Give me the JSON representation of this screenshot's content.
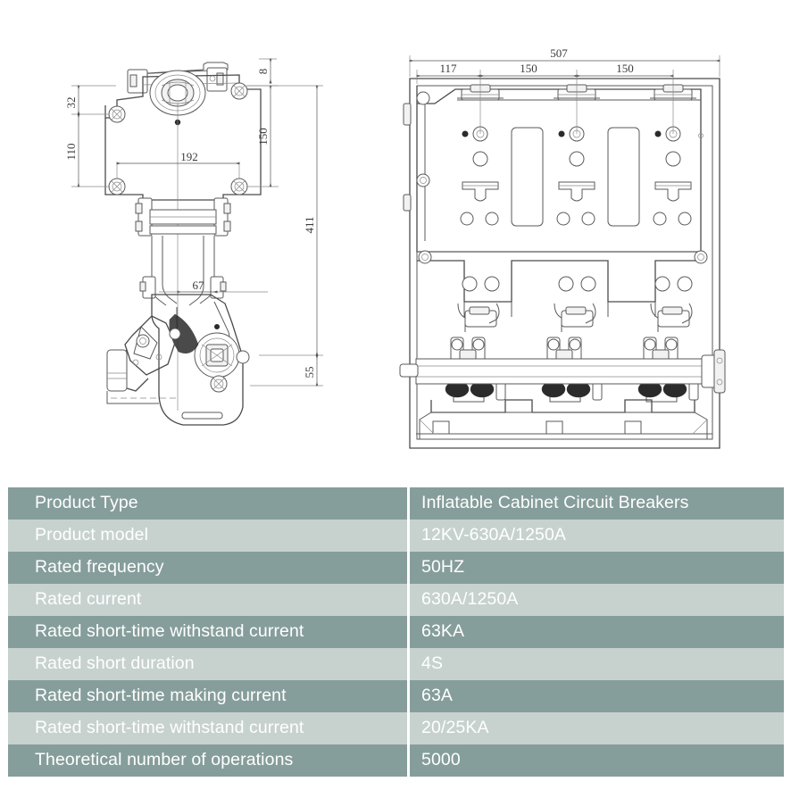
{
  "drawing": {
    "title": "Inflatable cabinet circuit breaker outline dimension drawing",
    "views": [
      {
        "name": "side-view",
        "position": "left"
      },
      {
        "name": "front-view",
        "position": "right"
      }
    ],
    "side_view_dimensions": [
      {
        "name": "dim-8",
        "value": "8",
        "orientation": "vertical"
      },
      {
        "name": "dim-32",
        "value": "32",
        "orientation": "vertical"
      },
      {
        "name": "dim-110",
        "value": "110",
        "orientation": "vertical"
      },
      {
        "name": "dim-150",
        "value": "150",
        "orientation": "vertical"
      },
      {
        "name": "dim-192",
        "value": "192",
        "orientation": "horizontal"
      },
      {
        "name": "dim-411",
        "value": "411",
        "orientation": "vertical"
      },
      {
        "name": "dim-67",
        "value": "67",
        "orientation": "horizontal"
      },
      {
        "name": "dim-55",
        "value": "55",
        "orientation": "vertical"
      }
    ],
    "front_view_dimensions": [
      {
        "name": "dim-507",
        "value": "507",
        "orientation": "horizontal"
      },
      {
        "name": "dim-117",
        "value": "117",
        "orientation": "horizontal"
      },
      {
        "name": "dim-150a",
        "value": "150",
        "orientation": "horizontal"
      },
      {
        "name": "dim-150b",
        "value": "150",
        "orientation": "horizontal"
      }
    ],
    "units": "mm",
    "pole_count": 3
  },
  "spec_table": {
    "rows": [
      {
        "label": "Product Type",
        "value": "Inflatable Cabinet Circuit Breakers"
      },
      {
        "label": "Product model",
        "value": "12KV-630A/1250A"
      },
      {
        "label": "Rated frequency",
        "value": "50HZ"
      },
      {
        "label": "Rated current",
        "value": "630A/1250A"
      },
      {
        "label": "Rated short-time withstand current",
        "value": "63KA"
      },
      {
        "label": "Rated short duration",
        "value": "4S"
      },
      {
        "label": "Rated short-time making current",
        "value": "63A"
      },
      {
        "label": "Rated short-time withstand current",
        "value": "20/25KA"
      },
      {
        "label": "Theoretical number of operations",
        "value": "5000"
      }
    ]
  },
  "colors": {
    "row_dark": "#869e9b",
    "row_light": "#c7d2cf",
    "text": "#ffffff",
    "drawing_line": "#5a5a5a",
    "background": "#ffffff"
  }
}
